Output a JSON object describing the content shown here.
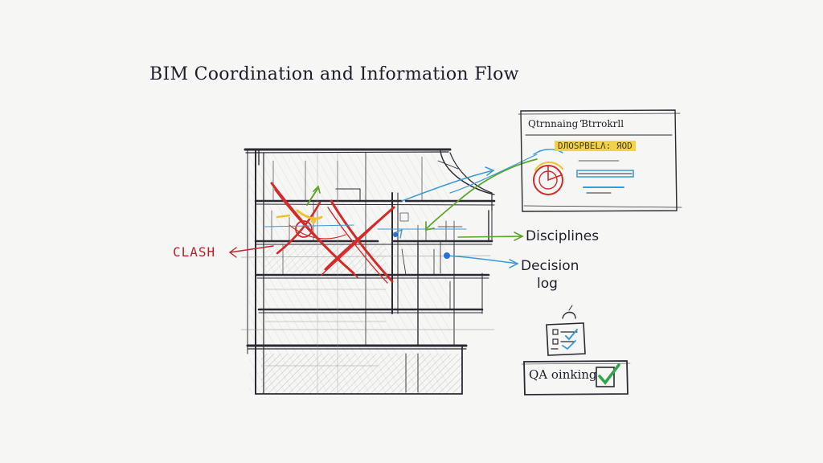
{
  "title": "BIM Coordination and Information Flow",
  "labels": {
    "clash": "CLASH",
    "disciplines": "Disciplines",
    "decision_log_line1": "Decision",
    "decision_log_line2": "log",
    "qa_signoff": "QA oinking"
  },
  "dashboard_panel": {
    "title": "Qtrnnaing Ɓtrrokrll",
    "tag": "DЛOSPВЕLɅ: ЯОD"
  },
  "colors": {
    "background": "#f6f6f4",
    "ink": "#1e1e2a",
    "clash_red": "#d42a2a",
    "flow_blue": "#3a9ad9",
    "flow_green": "#5aa52a",
    "highlight_yellow": "#f2d24a",
    "check_green": "#2fa84a"
  },
  "icons": [
    "clash-x-mark-icon",
    "checklist-clipboard-icon",
    "checkmark-icon",
    "pie-chart-icon"
  ]
}
